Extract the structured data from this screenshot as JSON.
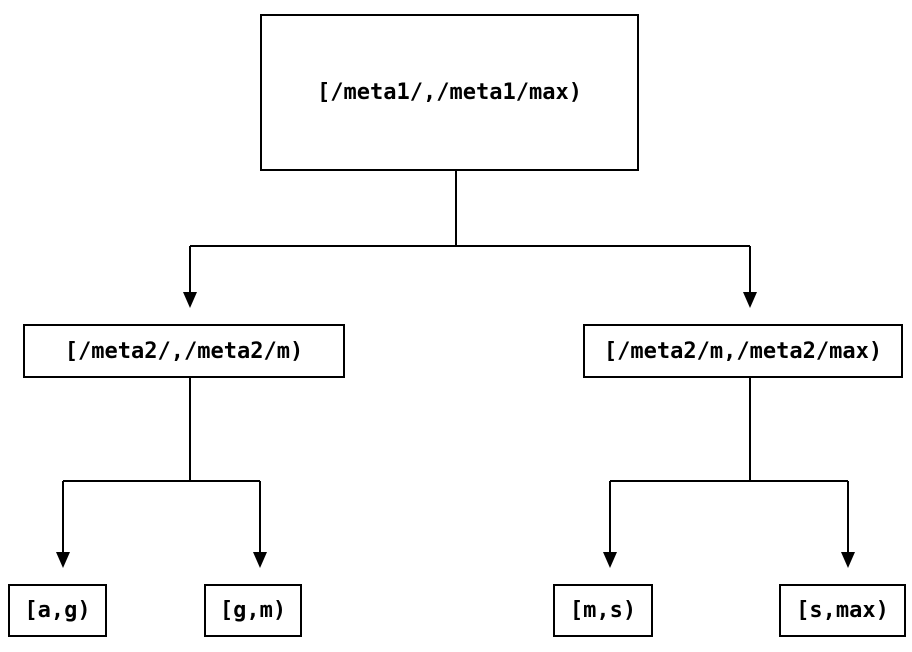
{
  "diagram_type": "interval-partition-tree",
  "colors": {
    "background": "#ffffff",
    "line": "#000000",
    "node_fill": "#ffffff",
    "text": "#000000"
  },
  "nodes": {
    "root": {
      "label": "[/meta1/,/meta1/max)"
    },
    "meta2_low": {
      "label": "[/meta2/,/meta2/m)"
    },
    "meta2_high": {
      "label": "[/meta2/m,/meta2/max)"
    },
    "leaf_ag": {
      "label": "[a,g)"
    },
    "leaf_gm": {
      "label": "[g,m)"
    },
    "leaf_ms": {
      "label": "[m,s)"
    },
    "leaf_smax": {
      "label": "[s,max)"
    }
  },
  "edges": [
    {
      "from": "root",
      "to": "meta2_low"
    },
    {
      "from": "root",
      "to": "meta2_high"
    },
    {
      "from": "meta2_low",
      "to": "leaf_ag"
    },
    {
      "from": "meta2_low",
      "to": "leaf_gm"
    },
    {
      "from": "meta2_high",
      "to": "leaf_ms"
    },
    {
      "from": "meta2_high",
      "to": "leaf_smax"
    }
  ]
}
